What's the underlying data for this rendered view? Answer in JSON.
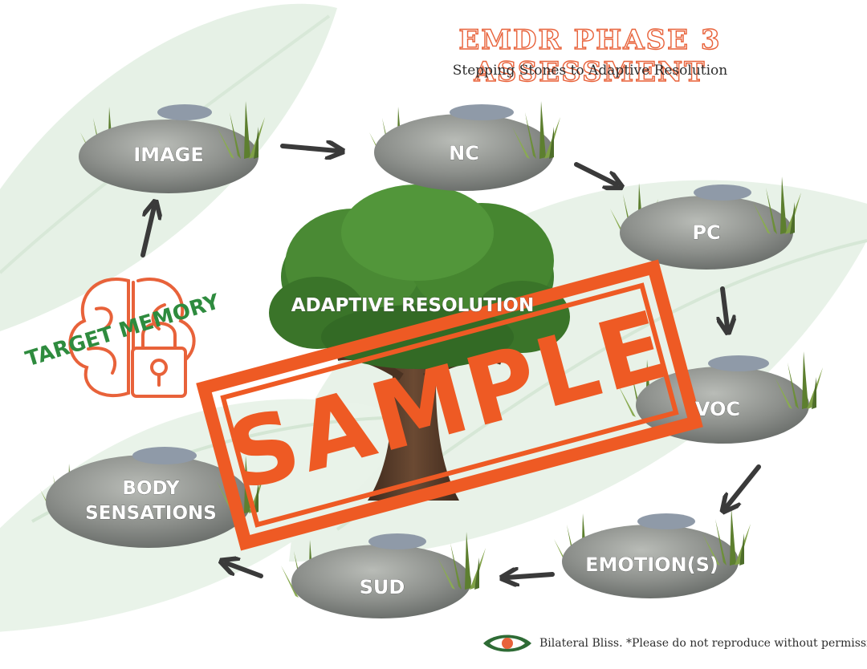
{
  "header": {
    "title": "EMDR PHASE 3 ASSESSMENT",
    "subtitle": "Stepping Stones to Adaptive Resolution"
  },
  "stones": [
    {
      "label": "IMAGE"
    },
    {
      "label": "NC"
    },
    {
      "label": "PC"
    },
    {
      "label": "VOC"
    },
    {
      "label": "EMOTION(S)"
    },
    {
      "label": "SUD"
    },
    {
      "label": "BODY",
      "label2": "SENSATIONS"
    }
  ],
  "target": {
    "label": "TARGET MEMORY"
  },
  "tree": {
    "label": "ADAPTIVE RESOLUTION"
  },
  "stamp": {
    "label": "SAMPLE"
  },
  "footer": {
    "text": "Bilateral Bliss. *Please do not reproduce without permission."
  },
  "colors": {
    "accent": "#e8623a",
    "stamp": "#ee5a24",
    "target_text": "#2e8b3e",
    "leaf_bg": "#e3efe3",
    "stone": "#8a8d8a",
    "grass": "#6d8f3a",
    "tree": "#3f7d2e",
    "arrow": "#3a3a3a"
  }
}
